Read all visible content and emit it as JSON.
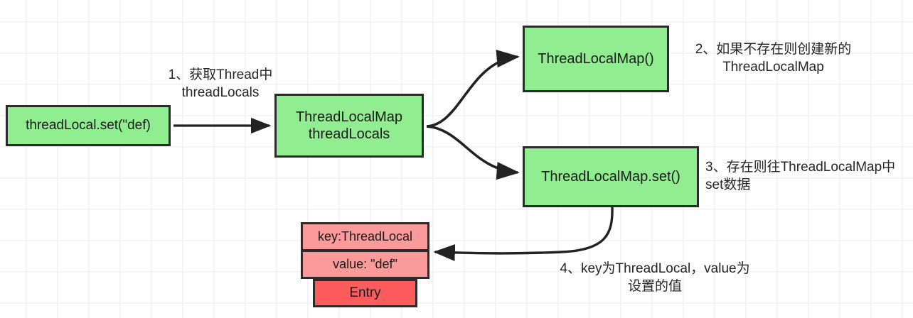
{
  "diagram": {
    "title": "ThreadLocal.set() execution flow",
    "colors": {
      "node_green": "#90ee90",
      "node_pink": "#fa9a9a",
      "node_red": "#fc5c5c",
      "border": "#2b2b2b",
      "text": "#1a1a1a",
      "grid": "#f2f2f2",
      "background": "#ffffff"
    },
    "nodes": {
      "thread_local_set": "threadLocal.set(\"def)",
      "thread_locals": "ThreadLocalMap\nthreadLocals",
      "thread_local_map_new": "ThreadLocalMap()",
      "thread_local_map_set": "ThreadLocalMap.set()",
      "entry_key": "key:ThreadLocal",
      "entry_value": "value: \"def\"",
      "entry_title": "Entry"
    },
    "labels": {
      "step1": "1、获取Thread中\nthreadLocals",
      "step2": "2、如果不存在则创建新的\nThreadLocalMap",
      "step3": "3、存在则往ThreadLocalMap中\nset数据",
      "step4": "4、key为ThreadLocal，value为\n设置的值"
    }
  }
}
